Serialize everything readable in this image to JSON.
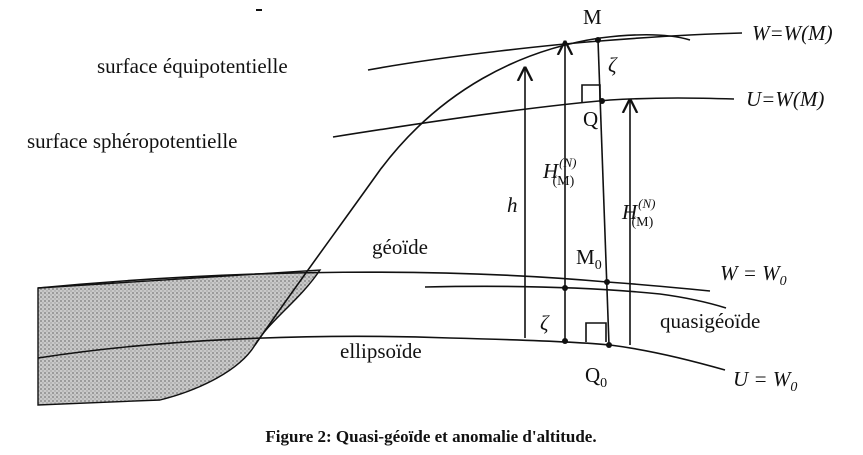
{
  "labels": {
    "equipotential": "surface équipotentielle",
    "spheropotential": "surface sphéropotentielle",
    "geoid": "géoïde",
    "quasigeoid": "quasigéoïde",
    "ellipsoid": "ellipsoïde",
    "point_M": "M",
    "point_Q": "Q",
    "point_M0": "M",
    "point_M0_sub": "0",
    "point_Q0": "Q",
    "point_Q0_sub": "0",
    "zeta_top": "ζ",
    "zeta_bottom": "ζ",
    "h": "h",
    "H_letter": "H",
    "H_sup": "(N)",
    "H_sub": "(M)",
    "eq_W_WM": "W=W(M)",
    "eq_U_WM": "U=W(M)",
    "eq_W_W0": "W = W",
    "eq_W_W0_sub": "0",
    "eq_U_W0": "U = W",
    "eq_U_W0_sub": "0"
  },
  "caption": "Figure 2: Quasi-géoïde et anomalie d'altitude."
}
